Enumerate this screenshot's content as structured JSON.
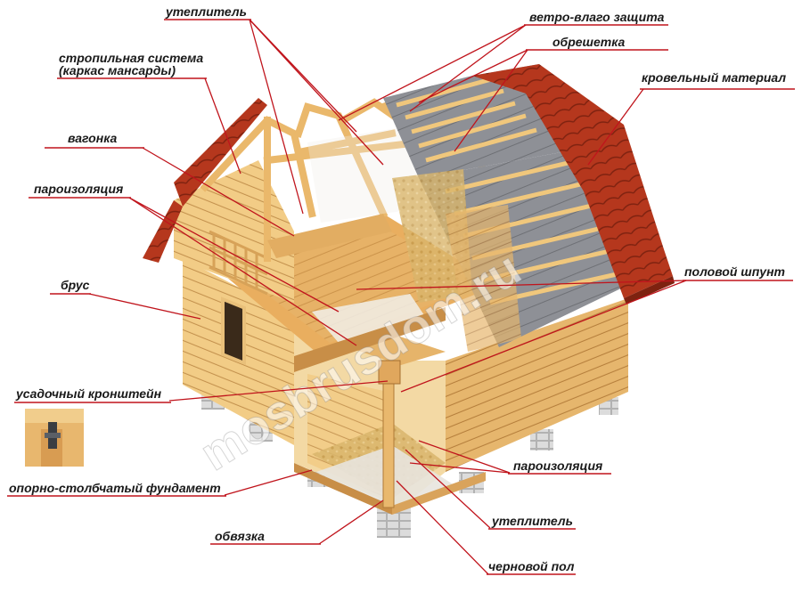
{
  "labels": {
    "insulation_top": "утеплитель",
    "wind_moisture": "ветро-влаго защита",
    "rafters_l1": "стропильная система",
    "rafters_l2": "(каркас мансарды)",
    "lathing": "обрешетка",
    "roofing": "кровельный материал",
    "clapboard": "вагонка",
    "vapor_top": "пароизоляция",
    "floor_tongue": "половой шпунт",
    "beam": "брус",
    "shrink_bracket": "усадочный кронштейн",
    "foundation": "опорно-столбчатый фундамент",
    "vapor_bottom": "пароизоляция",
    "insulation_bottom": "утеплитель",
    "strapping": "обвязка",
    "subfloor": "черновой пол"
  },
  "watermark": "mosbrusdom.ru",
  "colors": {
    "leader": "#c0141c",
    "wood_light": "#f0c77c",
    "wood_mid": "#dba25a",
    "wood_dark": "#b9803c",
    "roof": "#b5371d",
    "roof_dark": "#8a2612",
    "concrete": "#d6d6d6",
    "membrane": "#8d8f94"
  }
}
